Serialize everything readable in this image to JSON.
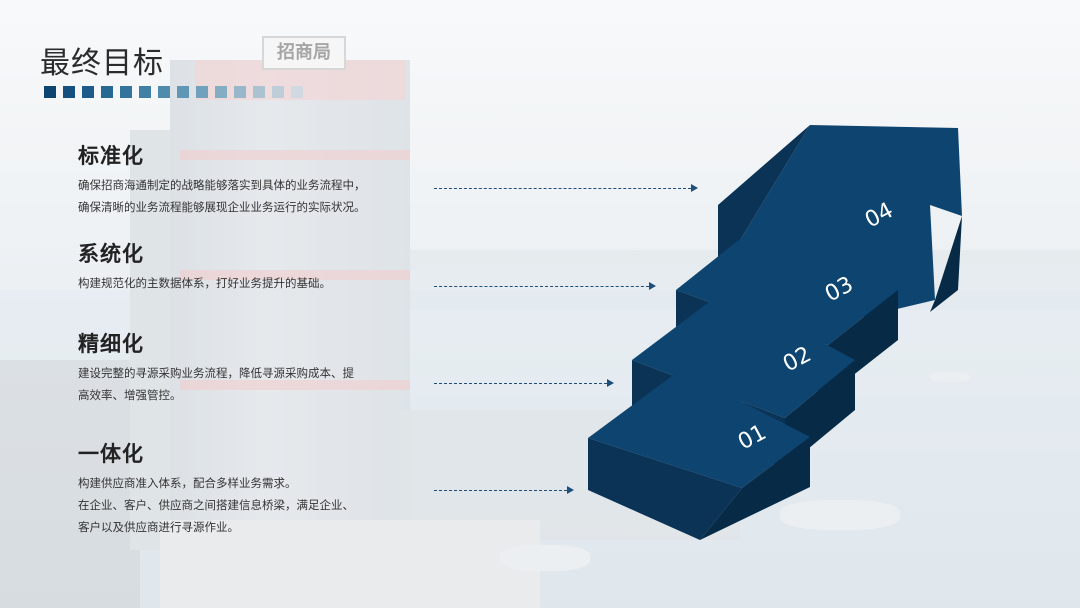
{
  "title": "最终目标",
  "sign_text": "招商局",
  "colors": {
    "navy": "#0e4470",
    "navy_dark": "#0a3356",
    "navy_side": "#072a47",
    "squares": [
      "#0e4470",
      "#15507e",
      "#1d5c8a",
      "#276893",
      "#33749c",
      "#4080a5",
      "#4f8bad",
      "#5f96b5",
      "#71a1bc",
      "#84acc3",
      "#98b7ca",
      "#acc2d1",
      "#bfcdd8",
      "#d0d9e1"
    ]
  },
  "goals": [
    {
      "heading": "标准化",
      "lines": [
        "确保招商海通制定的战略能够落实到具体的业务流程中，",
        "确保清晰的业务流程能够展现企业业务运行的实际状况。"
      ]
    },
    {
      "heading": "系统化",
      "lines": [
        "构建规范化的主数据体系，打好业务提升的基础。"
      ]
    },
    {
      "heading": "精细化",
      "lines": [
        "建设完整的寻源采购业务流程，降低寻源采购成本、提",
        "高效率、增强管控。"
      ]
    },
    {
      "heading": "一体化",
      "lines": [
        "构建供应商准入体系，配合多样业务需求。",
        "在企业、客户、供应商之间搭建信息桥梁，满足企业、",
        "客户以及供应商进行寻源作业。"
      ]
    }
  ],
  "steps": [
    "01",
    "02",
    "03",
    "04"
  ]
}
